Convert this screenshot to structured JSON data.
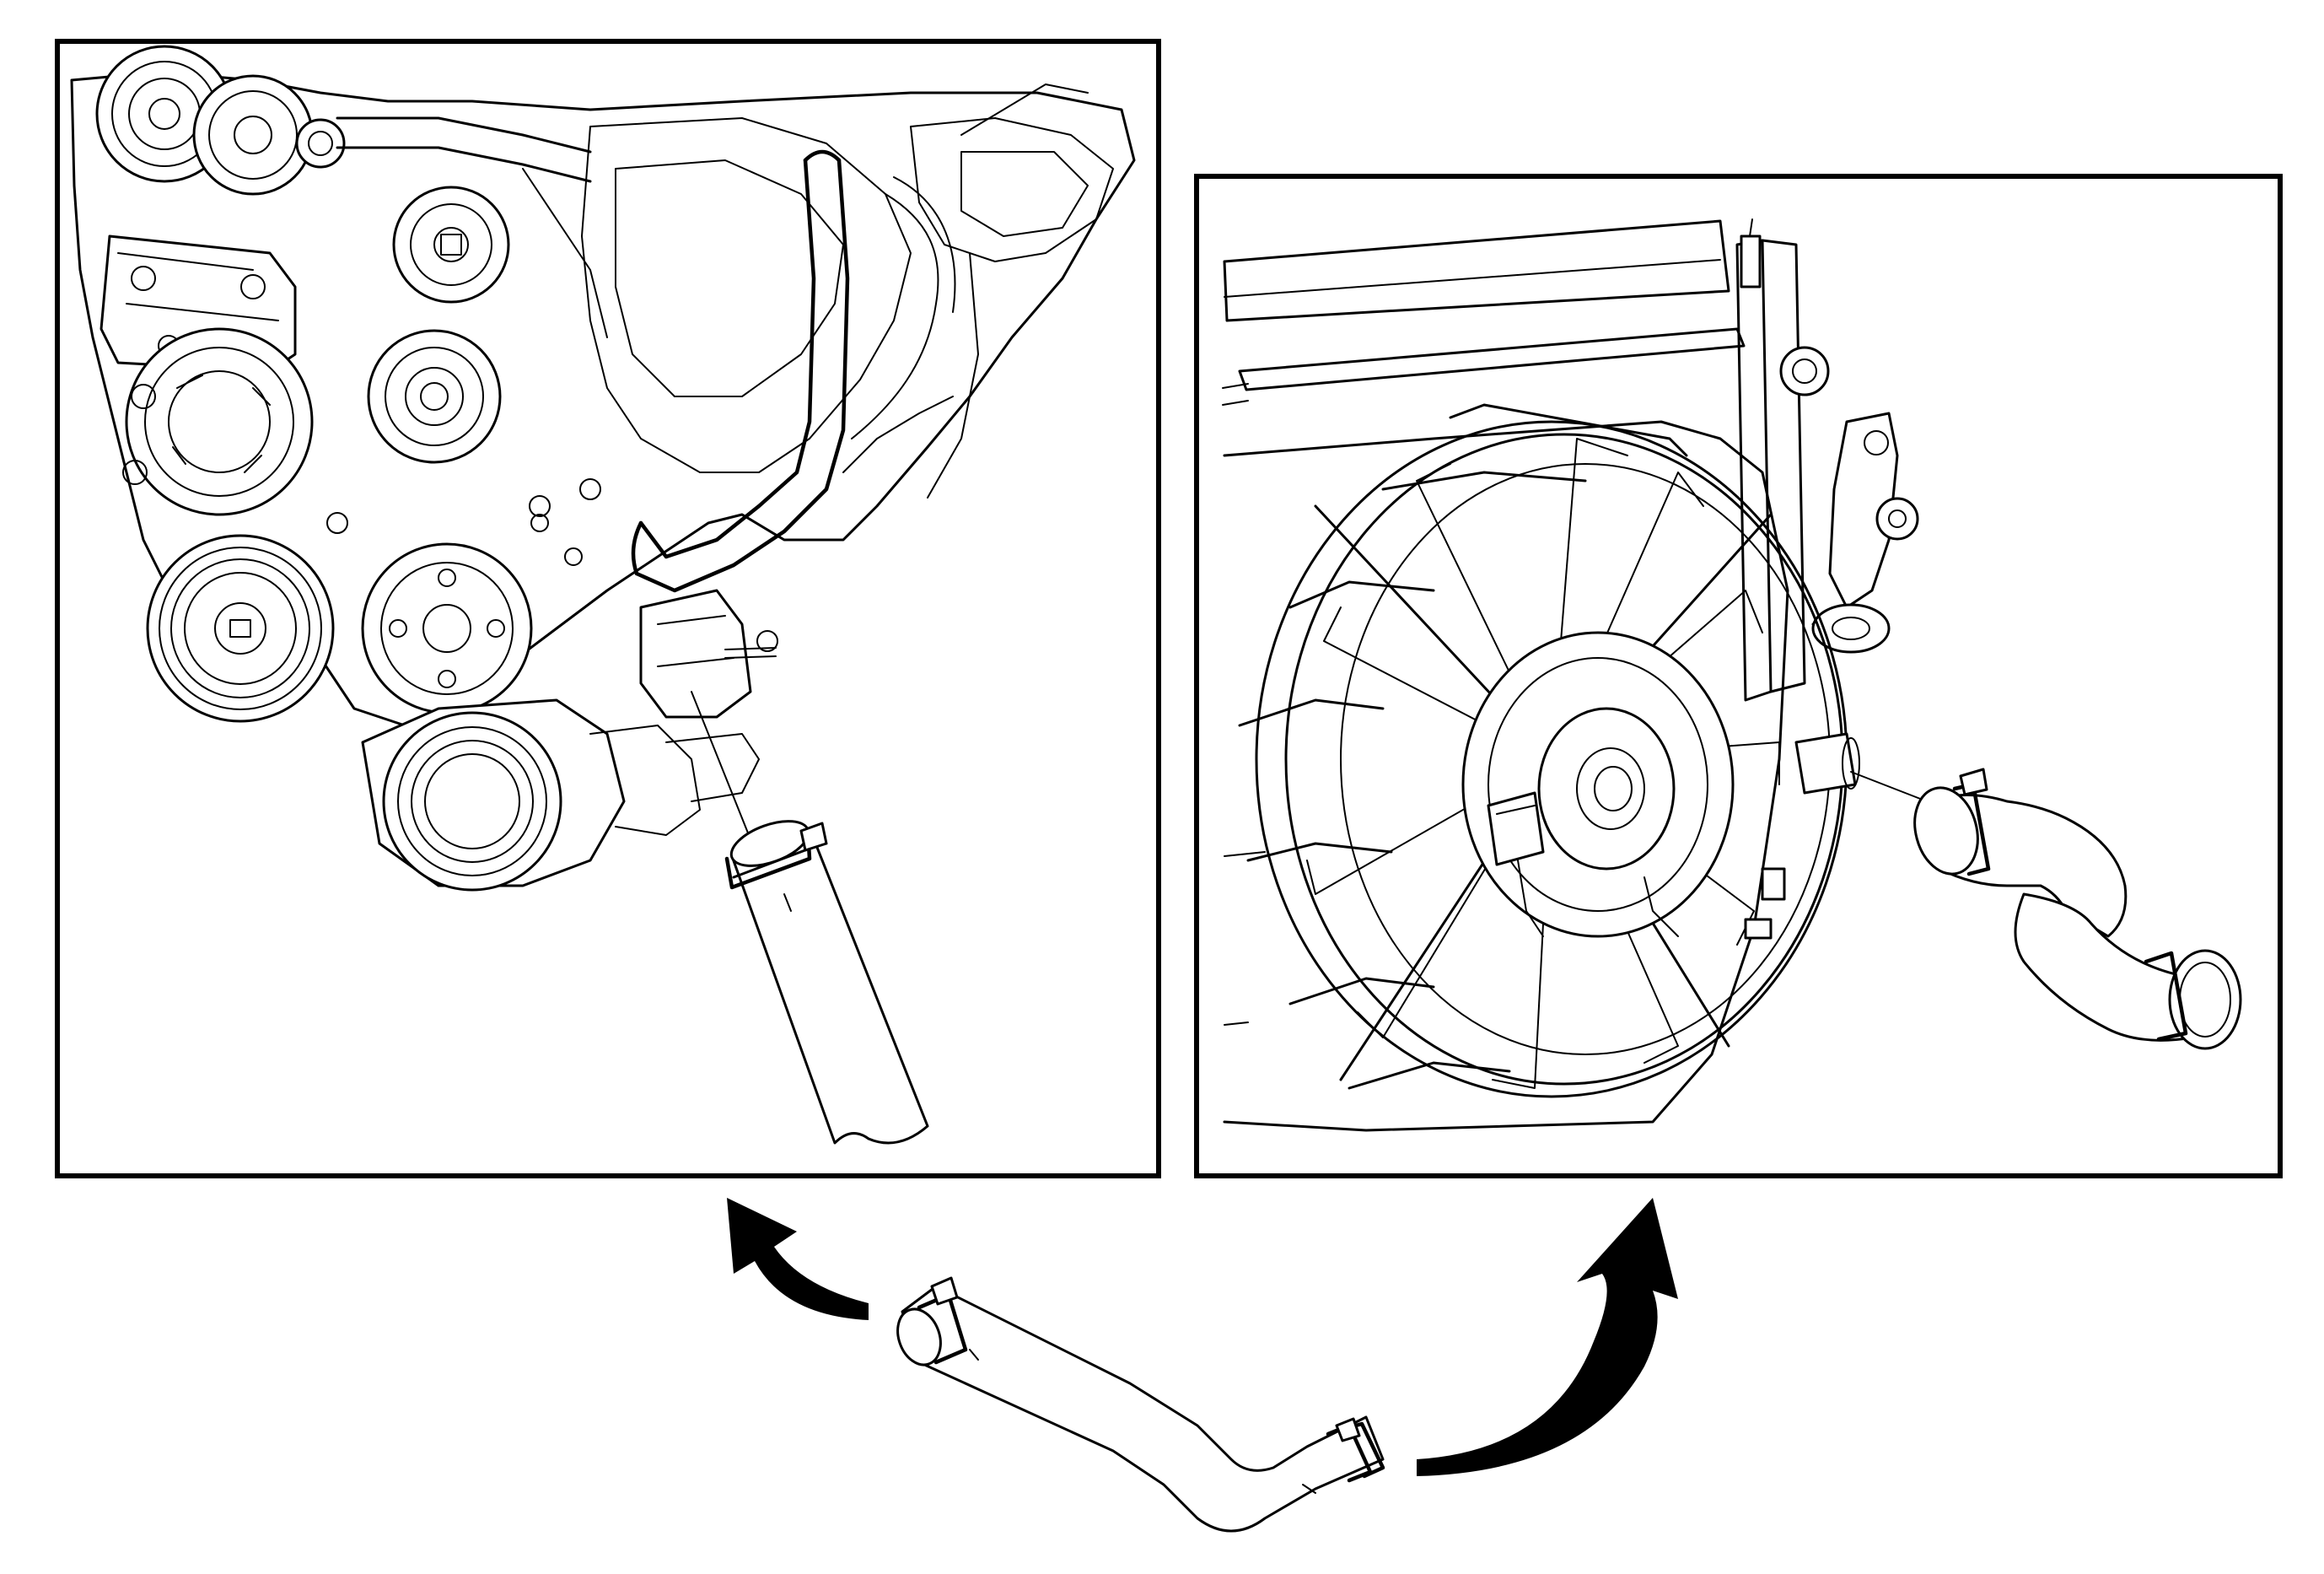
{
  "figure": {
    "panels": [
      {
        "subject": "engine-front",
        "part": "radiator-inlet-hose-engine-end"
      },
      {
        "subject": "radiator-fan-shroud",
        "part": "radiator-inlet-hose-radiator-end"
      }
    ],
    "center_part": "radiator-hose",
    "arrows": [
      "engine-end",
      "radiator-end"
    ],
    "colors": {
      "line": "#000000",
      "background": "#ffffff"
    }
  }
}
